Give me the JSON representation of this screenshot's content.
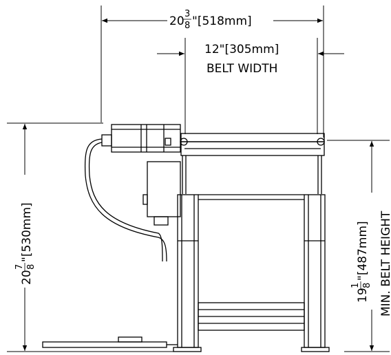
{
  "dimensions": {
    "overall_width": {
      "whole": "20",
      "num": "3",
      "den": "8",
      "rest": "\"[518mm]"
    },
    "belt_width": {
      "value": "12\"[305mm]",
      "label": "BELT WIDTH"
    },
    "overall_height": {
      "whole": "20",
      "num": "7",
      "den": "8",
      "rest": "\"[530mm]"
    },
    "belt_height": {
      "whole": "19",
      "num": "1",
      "den": "8",
      "rest": "\"[487mm]",
      "label": "MIN. BELT HEIGHT"
    }
  }
}
